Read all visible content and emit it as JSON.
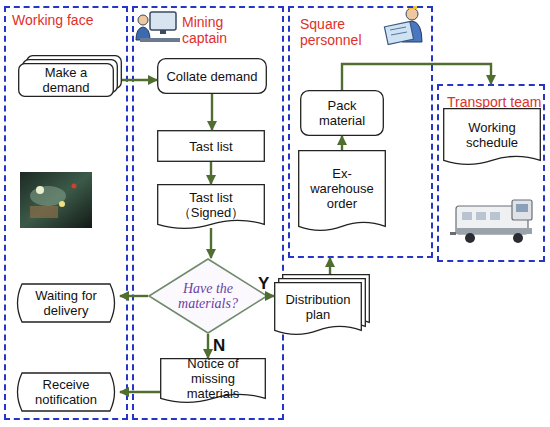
{
  "diagram": {
    "nodes": [
      {
        "text": [
          "Working face"
        ]
      },
      {
        "text": [
          "Make a demand"
        ],
        "in": 0
      },
      {
        "text": [
          "Waiting for delivery"
        ],
        "in": 0
      },
      {
        "text": [
          "Receive notification"
        ],
        "in": 0
      },
      {
        "text": [
          "Mining captain"
        ]
      },
      {
        "text": [
          "Collate demand"
        ],
        "in": 4
      },
      {
        "text": [
          "Tast list"
        ],
        "in": 4
      },
      {
        "text": [
          "Tast list（Signed）"
        ],
        "in": 4
      },
      {
        "text": [
          "Have the materials?"
        ],
        "in": 4
      },
      {
        "text": [
          "Notice of missing materials"
        ],
        "in": 4
      },
      {
        "text": [
          "Square personnel"
        ]
      },
      {
        "text": [
          "Pack material"
        ],
        "in": 10
      },
      {
        "text": [
          "Ex-warehouse order"
        ],
        "in": 10
      },
      {
        "text": [
          "Transport team"
        ]
      },
      {
        "text": [
          "Working schedule"
        ],
        "in": 13
      },
      {
        "text": [
          "Distribution plan"
        ]
      }
    ],
    "edges": [
      {
        "from": 1,
        "to": 5,
        "arrow": "to"
      },
      {
        "from": 5,
        "to": 6,
        "arrow": "to"
      },
      {
        "from": 6,
        "to": 7,
        "arrow": "to"
      },
      {
        "from": 7,
        "to": 8,
        "arrow": "to"
      },
      {
        "from": 8,
        "to": 2,
        "arrow": "to"
      },
      {
        "from": 8,
        "to": 15,
        "label": "Y",
        "arrow": "to"
      },
      {
        "from": 8,
        "to": 9,
        "label": "N",
        "arrow": "to"
      },
      {
        "from": 9,
        "to": 3,
        "arrow": "to"
      },
      {
        "from": 15,
        "to": 10,
        "arrow": "to"
      },
      {
        "from": 12,
        "to": 11,
        "arrow": "to"
      },
      {
        "from": 11,
        "to": 13,
        "arrow": "to"
      }
    ]
  }
}
